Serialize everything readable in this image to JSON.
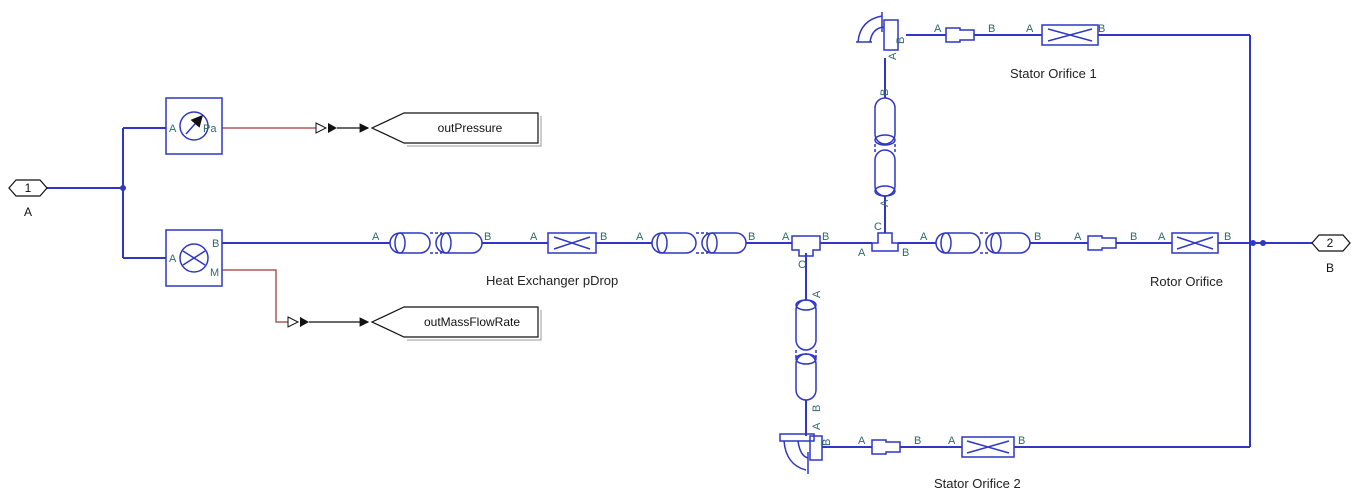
{
  "ports": {
    "in": {
      "number": "1",
      "label": "A"
    },
    "out": {
      "number": "2",
      "label": "B"
    }
  },
  "sensors": {
    "pressure": {
      "port_a": "A",
      "port_out": "Pa"
    },
    "flow": {
      "port_a": "A",
      "port_b": "B",
      "port_out": "M"
    }
  },
  "goto_tags": {
    "pressure": "outPressure",
    "mass_flow": "outMassFlowRate"
  },
  "block_names": {
    "heat_exchanger": "Heat Exchanger pDrop",
    "rotor_orifice": "Rotor Orifice",
    "stator_orifice_1": "Stator Orifice 1",
    "stator_orifice_2": "Stator Orifice 2"
  },
  "port_letters": {
    "a": "A",
    "b": "B",
    "c": "C"
  },
  "colors": {
    "physical_wire": "#2f37c4",
    "signal_wire": "#b25858",
    "port_label": "#2f6a6a"
  }
}
